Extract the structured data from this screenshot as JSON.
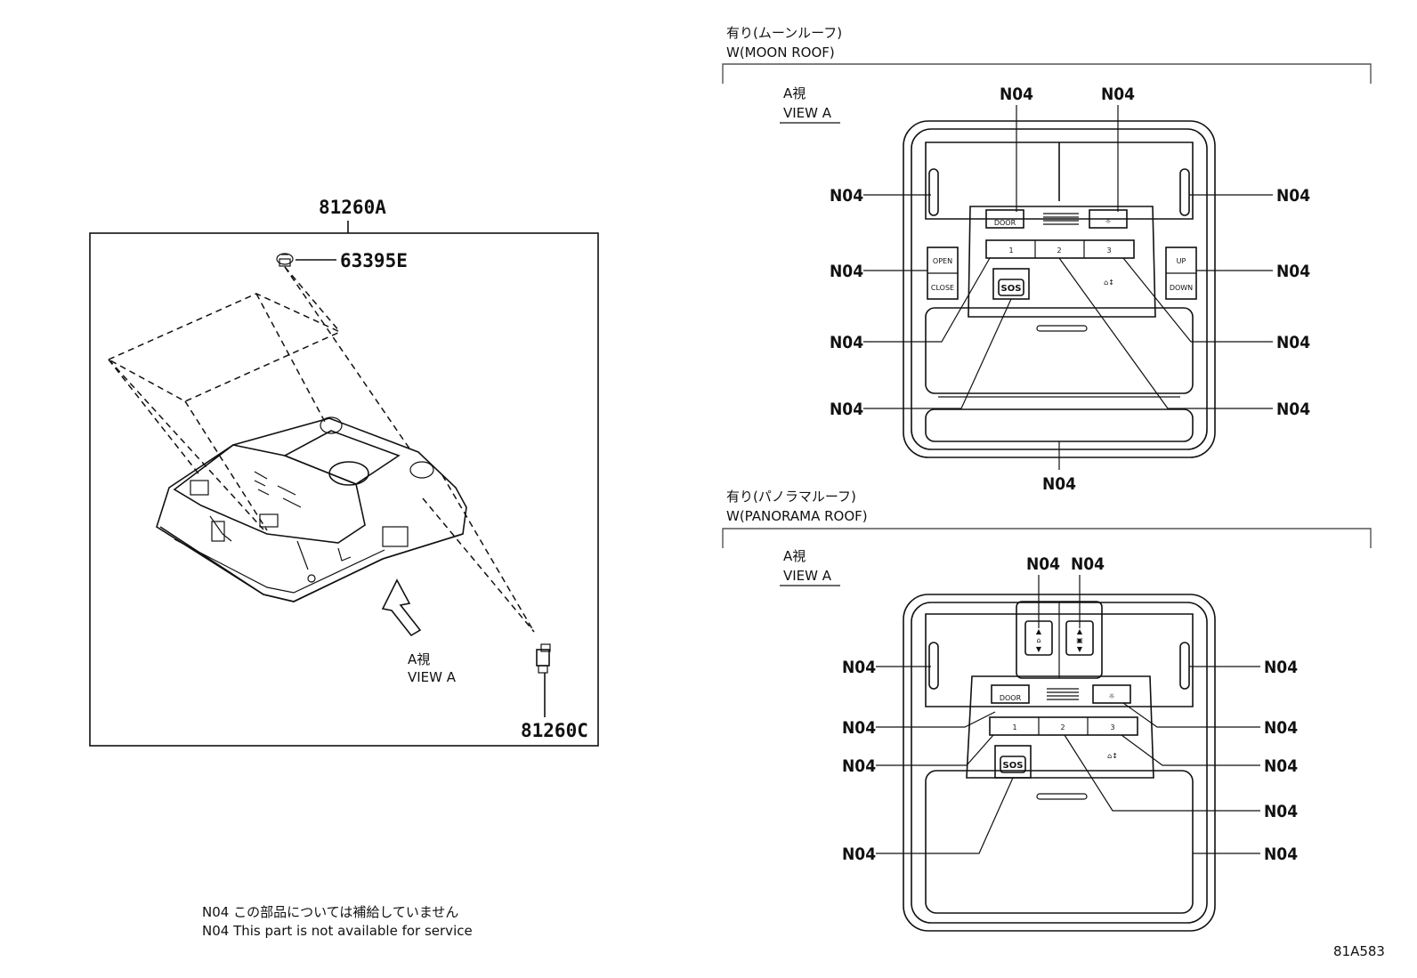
{
  "left_panel": {
    "assembly_part": "81260A",
    "clip_part": "63395E",
    "bulb_part": "81260C",
    "view_label_jp": "A視",
    "view_label_en": "VIEW A"
  },
  "moon_roof": {
    "title_jp": "有り(ムーンルーフ)",
    "title_en": "W(MOON ROOF)",
    "view_jp": "A視",
    "view_en": "VIEW A",
    "callouts": [
      "N04",
      "N04",
      "N04",
      "N04",
      "N04",
      "N04",
      "N04",
      "N04",
      "N04",
      "N04",
      "N04"
    ],
    "buttons": {
      "door": "DOOR",
      "one": "1",
      "two": "2",
      "three": "3",
      "open": "OPEN",
      "close": "CLOSE",
      "up": "UP",
      "down": "DOWN",
      "sos": "SOS",
      "home": "⌂↕"
    }
  },
  "panorama_roof": {
    "title_jp": "有り(パノラマルーフ)",
    "title_en": "W(PANORAMA ROOF)",
    "view_jp": "A視",
    "view_en": "VIEW A",
    "callouts": [
      "N04",
      "N04",
      "N04",
      "N04",
      "N04",
      "N04",
      "N04",
      "N04",
      "N04",
      "N04",
      "N04"
    ],
    "buttons": {
      "door": "DOOR",
      "one": "1",
      "two": "2",
      "three": "3",
      "sos": "SOS",
      "home": "⌂↕"
    }
  },
  "notes": {
    "jp": "N04 この部品については補給していません",
    "en": "N04 This part is not available for service"
  },
  "figure_code": "81A583"
}
